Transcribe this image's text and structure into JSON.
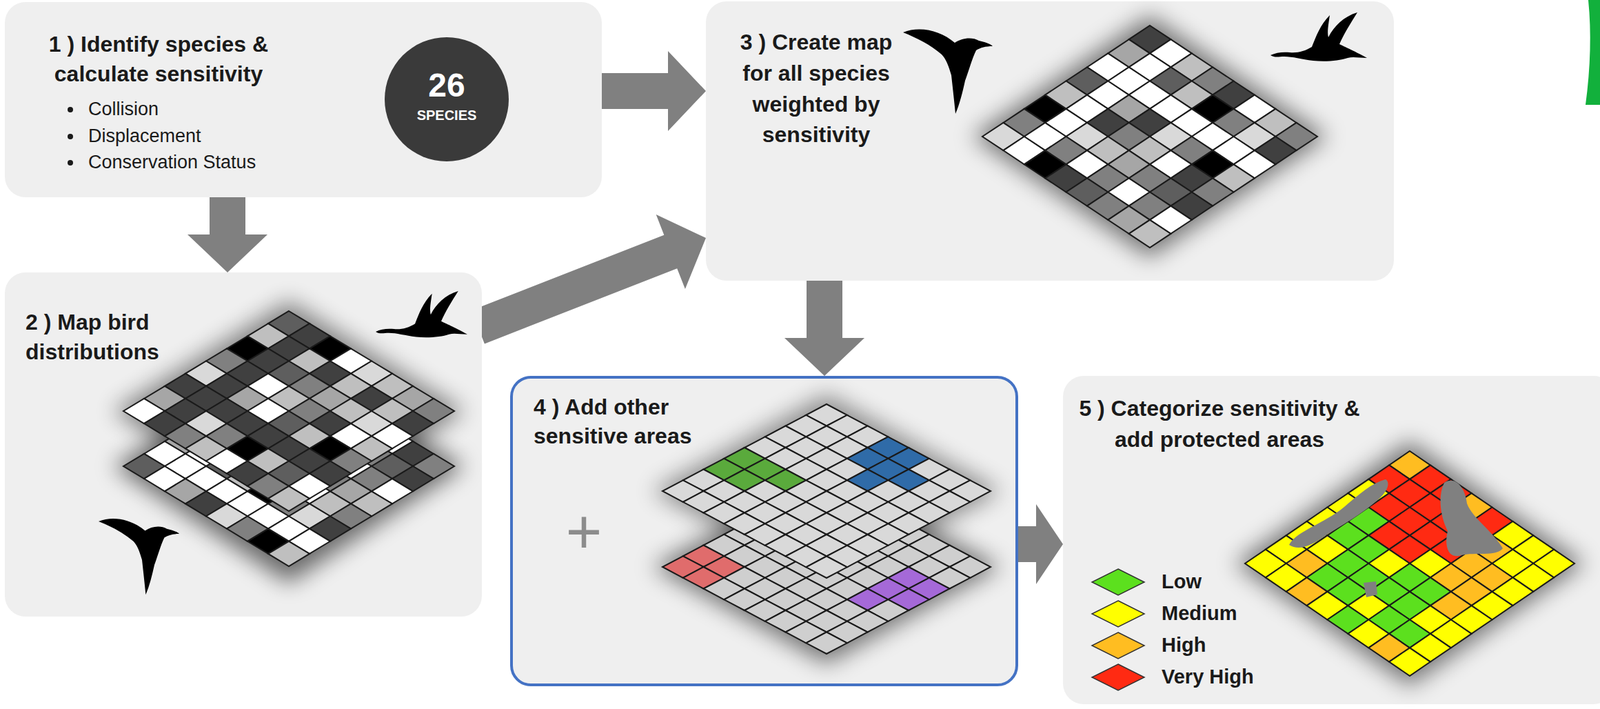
{
  "diagram": {
    "nodes": [
      {
        "text": [
          "1 ) Identify species & calculate sensitivity",
          "Collision",
          "Displacement",
          "Conservation Status"
        ]
      },
      {
        "text": [
          "26",
          "SPECIES"
        ],
        "in": 0
      },
      {
        "text": [
          "2 ) Map bird distributions"
        ]
      },
      {
        "text": [
          "3 ) Create map for all species weighted by sensitivity"
        ]
      },
      {
        "text": [
          "4 ) Add other sensitive areas"
        ]
      },
      {
        "text": [
          "5 ) Categorize sensitivity & add protected areas"
        ]
      }
    ],
    "edges": [
      {
        "from": 0,
        "to": 3,
        "arrow": "to"
      },
      {
        "from": 0,
        "to": 2,
        "arrow": "to"
      },
      {
        "from": 2,
        "to": 3,
        "arrow": "to"
      },
      {
        "from": 3,
        "to": 4,
        "arrow": "to"
      },
      {
        "from": 4,
        "to": 5,
        "arrow": "to"
      }
    ],
    "labels": [
      "+"
    ],
    "legend": [
      {
        "text": "Low",
        "color": "#5ce01e"
      },
      {
        "text": "Medium",
        "color": "#ffff00"
      },
      {
        "text": "High",
        "color": "#ffbd21"
      },
      {
        "text": "Very High",
        "color": "#ff2a12"
      }
    ]
  }
}
